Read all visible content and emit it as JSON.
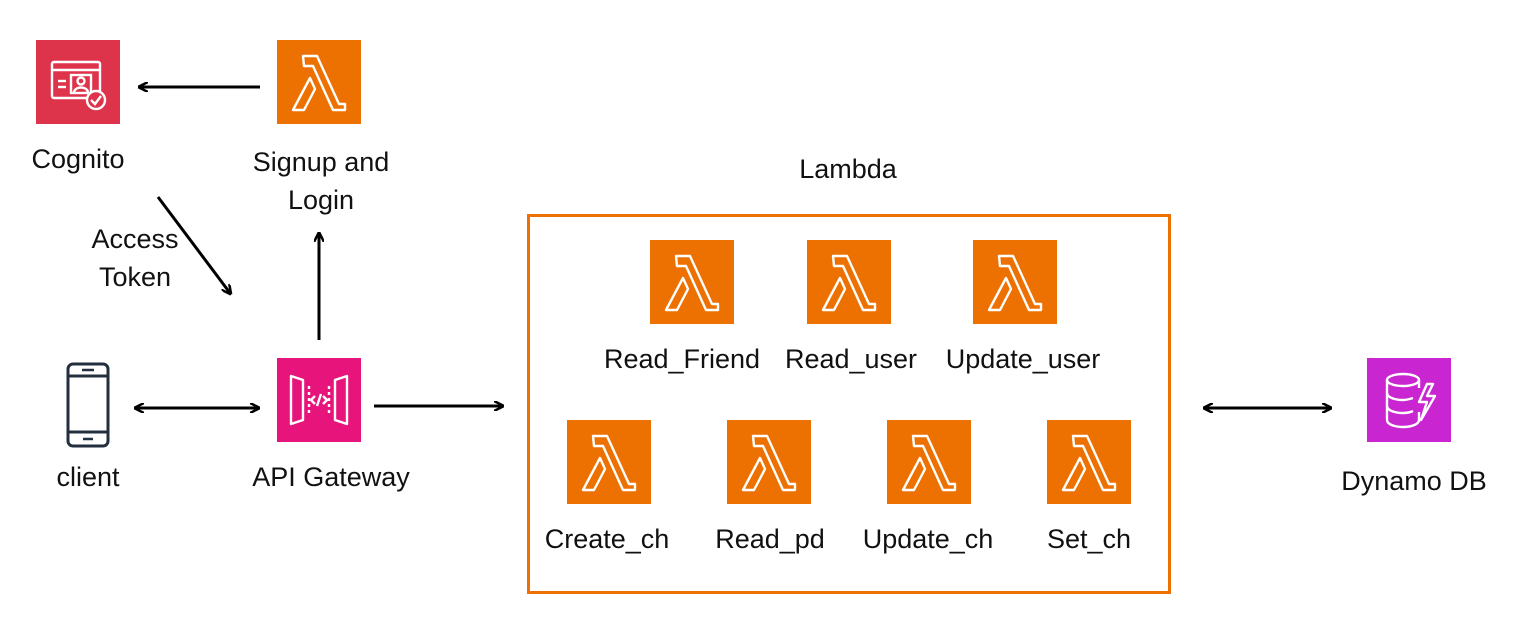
{
  "colors": {
    "lambda": "#ed7100",
    "cognito": "#dd344c",
    "api_gateway": "#e7157b",
    "dynamodb": "#c925d1",
    "client": "#232f3e",
    "group_border": "#ed7100"
  },
  "nodes": {
    "cognito": {
      "label": "Cognito",
      "icon": "cognito-icon"
    },
    "signup": {
      "label": "Signup and\nLogin",
      "icon": "lambda-icon"
    },
    "client": {
      "label": "client",
      "icon": "mobile-client-icon"
    },
    "api_gateway": {
      "label": "API Gateway",
      "icon": "api-gateway-icon"
    },
    "dynamodb": {
      "label": "Dynamo DB",
      "icon": "dynamodb-icon"
    }
  },
  "edge_labels": {
    "access_token": "Access\nToken"
  },
  "lambda_group": {
    "title": "Lambda",
    "functions": [
      {
        "label": "Read_Friend"
      },
      {
        "label": "Read_user"
      },
      {
        "label": "Update_user"
      },
      {
        "label": "Create_ch"
      },
      {
        "label": "Read_pd"
      },
      {
        "label": "Update_ch"
      },
      {
        "label": "Set_ch"
      }
    ]
  }
}
